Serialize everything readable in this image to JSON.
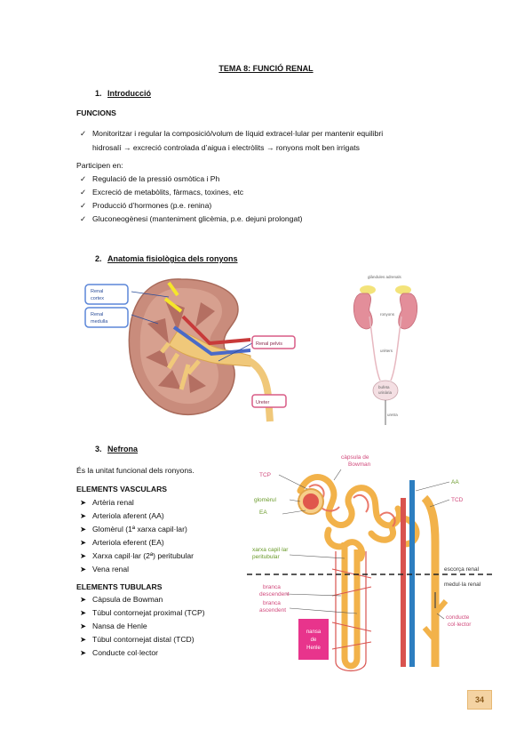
{
  "title": "TEMA 8: FUNCIÓ RENAL",
  "sections": {
    "intro": {
      "num": "1.",
      "label": "Introducció"
    },
    "anatomy": {
      "num": "2.",
      "label": "Anatomia fisiològica dels ronyons"
    },
    "nephron": {
      "num": "3.",
      "label": "Nefrona"
    }
  },
  "funcions": {
    "heading": "FUNCIONS",
    "line1": "Monitoritzar i regular la composició/volum de líquid extracel·lular per mantenir equilibri",
    "line2": "hidrosalí → excreció controlada d’aigua i electròlits → ronyons molt ben irrigats"
  },
  "participen": {
    "heading": "Participen en:",
    "items": [
      "Regulació de la pressió osmòtica i Ph",
      "Excreció de metabòlits, fàrmacs, toxines, etc",
      "Producció d’hormones (p.e. renina)",
      "Gluconeogènesi (manteniment glicèmia, p.e. dejuni prolongat)"
    ]
  },
  "kidney_section_labels": {
    "cortex": "Renal cortex",
    "medulla": "Renal medulla",
    "pelvis": "Renal pelvis",
    "ureter": "Ureter"
  },
  "urinary_labels": {
    "glands": "glàndules adrenals",
    "kidneys": "ronyons",
    "ureters": "urèters",
    "bladder": "bufeta urinària",
    "urethra": "uretra"
  },
  "nefrona": {
    "definition": "És la unitat funcional dels ronyons.",
    "vascular_heading": "ELEMENTS VASCULARS",
    "vascular": [
      "Artèria renal",
      "Arteriola aferent (AA)",
      "Glomèrul (1ª xarxa capil·lar)",
      "Arteriola eferent (EA)",
      "Xarxa capil·lar (2ª) peritubular",
      "Vena renal"
    ],
    "tubular_heading": "ELEMENTS TUBULARS",
    "tubular": [
      "Càpsula de Bowman",
      "Túbul contornejat proximal (TCP)",
      "Nansa de Henle",
      "Túbul contornejat distal (TCD)",
      "Conducte col·lector"
    ]
  },
  "nephron_labels": {
    "bowman": "càpsula de Bowman",
    "tcp": "TCP",
    "glomerul": "glomèrul",
    "ea": "EA",
    "aa": "AA",
    "tcd": "TCD",
    "xarxa": "xarxa capil·lar peritubular",
    "escorca": "escorça renal",
    "medul": "medul·la renal",
    "branca_desc": "branca descendent",
    "branca_asc": "branca ascendent",
    "nansa": "nansa de Henle",
    "conducte": "conducte col·lector"
  },
  "marks": {
    "check": "✓",
    "arrow": "➤"
  },
  "page_number": "34"
}
